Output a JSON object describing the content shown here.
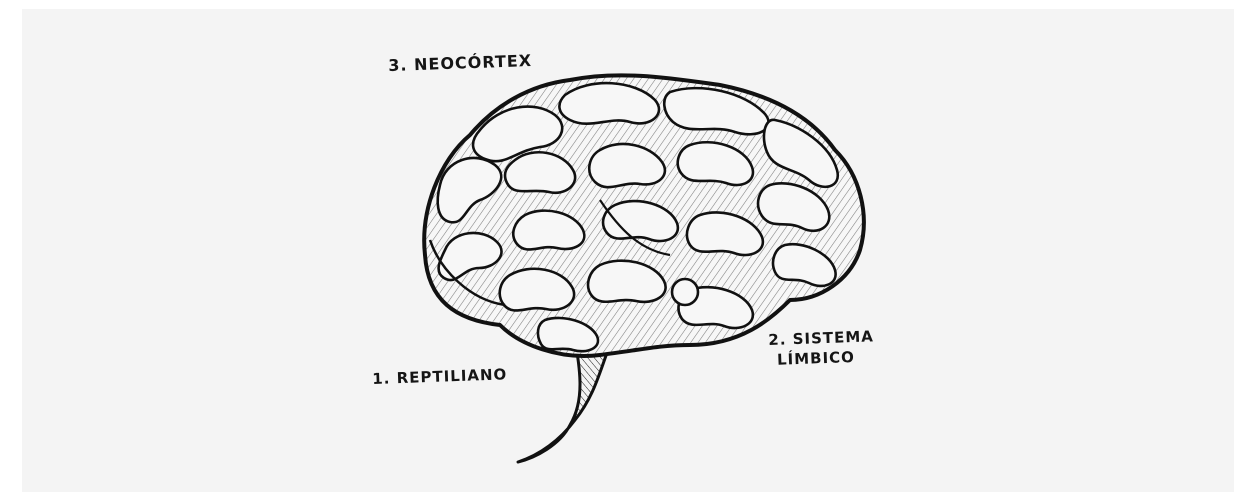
{
  "labels": {
    "neocortex": "3. NEOCÓRTEX",
    "limbic_line1": "2. SISTEMA",
    "limbic_line2": "LÍMBICO",
    "reptilian": "1. REPTILIANO"
  },
  "colors": {
    "background": "#f4f4f4",
    "ink": "#151515"
  },
  "icons": [
    "brain-illustration"
  ]
}
